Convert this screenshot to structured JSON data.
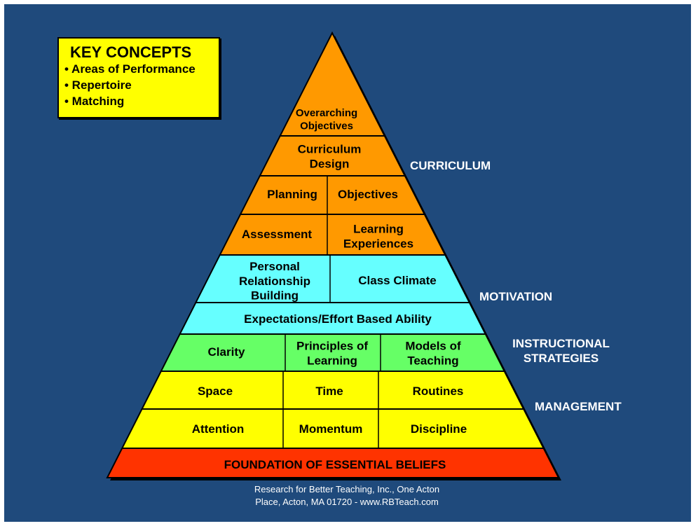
{
  "key_concepts": {
    "title": "KEY CONCEPTS",
    "items": [
      "• Areas of Performance",
      "• Repertoire",
      "• Matching"
    ]
  },
  "pyramid": {
    "layers": [
      {
        "name": "overarching",
        "color": "#ff9900",
        "cells": [
          {
            "lines": [
              "Overarching",
              "Objectives"
            ]
          }
        ]
      },
      {
        "name": "curriculum-design",
        "color": "#ff9900",
        "cells": [
          {
            "lines": [
              "Curriculum",
              "Design"
            ]
          }
        ]
      },
      {
        "name": "planning-objectives",
        "color": "#ff9900",
        "cells": [
          {
            "lines": [
              "Planning"
            ]
          },
          {
            "lines": [
              "Objectives"
            ]
          }
        ]
      },
      {
        "name": "assessment-experiences",
        "color": "#ff9900",
        "cells": [
          {
            "lines": [
              "Assessment"
            ]
          },
          {
            "lines": [
              "Learning",
              "Experiences"
            ]
          }
        ]
      },
      {
        "name": "relationship-climate",
        "color": "#66ffff",
        "cells": [
          {
            "lines": [
              "Personal",
              "Relationship",
              "Building"
            ]
          },
          {
            "lines": [
              "Class Climate"
            ]
          }
        ]
      },
      {
        "name": "expectations",
        "color": "#66ffff",
        "cells": [
          {
            "lines": [
              "Expectations/Effort Based Ability"
            ]
          }
        ]
      },
      {
        "name": "instructional",
        "color": "#66ff66",
        "cells": [
          {
            "lines": [
              "Clarity"
            ]
          },
          {
            "lines": [
              "Principles of",
              "Learning"
            ]
          },
          {
            "lines": [
              "Models of",
              "Teaching"
            ]
          }
        ]
      },
      {
        "name": "management-top",
        "color": "#ffff00",
        "cells": [
          {
            "lines": [
              "Space"
            ]
          },
          {
            "lines": [
              "Time"
            ]
          },
          {
            "lines": [
              "Routines"
            ]
          }
        ]
      },
      {
        "name": "management-bottom",
        "color": "#ffff00",
        "cells": [
          {
            "lines": [
              "Attention"
            ]
          },
          {
            "lines": [
              "Momentum"
            ]
          },
          {
            "lines": [
              "Discipline"
            ]
          }
        ]
      },
      {
        "name": "foundation",
        "color": "#ff3300",
        "cells": [
          {
            "lines": [
              "FOUNDATION OF ESSENTIAL BELIEFS"
            ]
          }
        ]
      }
    ]
  },
  "level_labels": {
    "curriculum": "CURRICULUM",
    "motivation": "MOTIVATION",
    "instructional_1": "INSTRUCTIONAL",
    "instructional_2": "STRATEGIES",
    "management": "MANAGEMENT"
  },
  "footer": {
    "line1": "Research for Better Teaching, Inc., One Acton",
    "line2": "Place, Acton, MA 01720 - www.RBTeach.com"
  }
}
